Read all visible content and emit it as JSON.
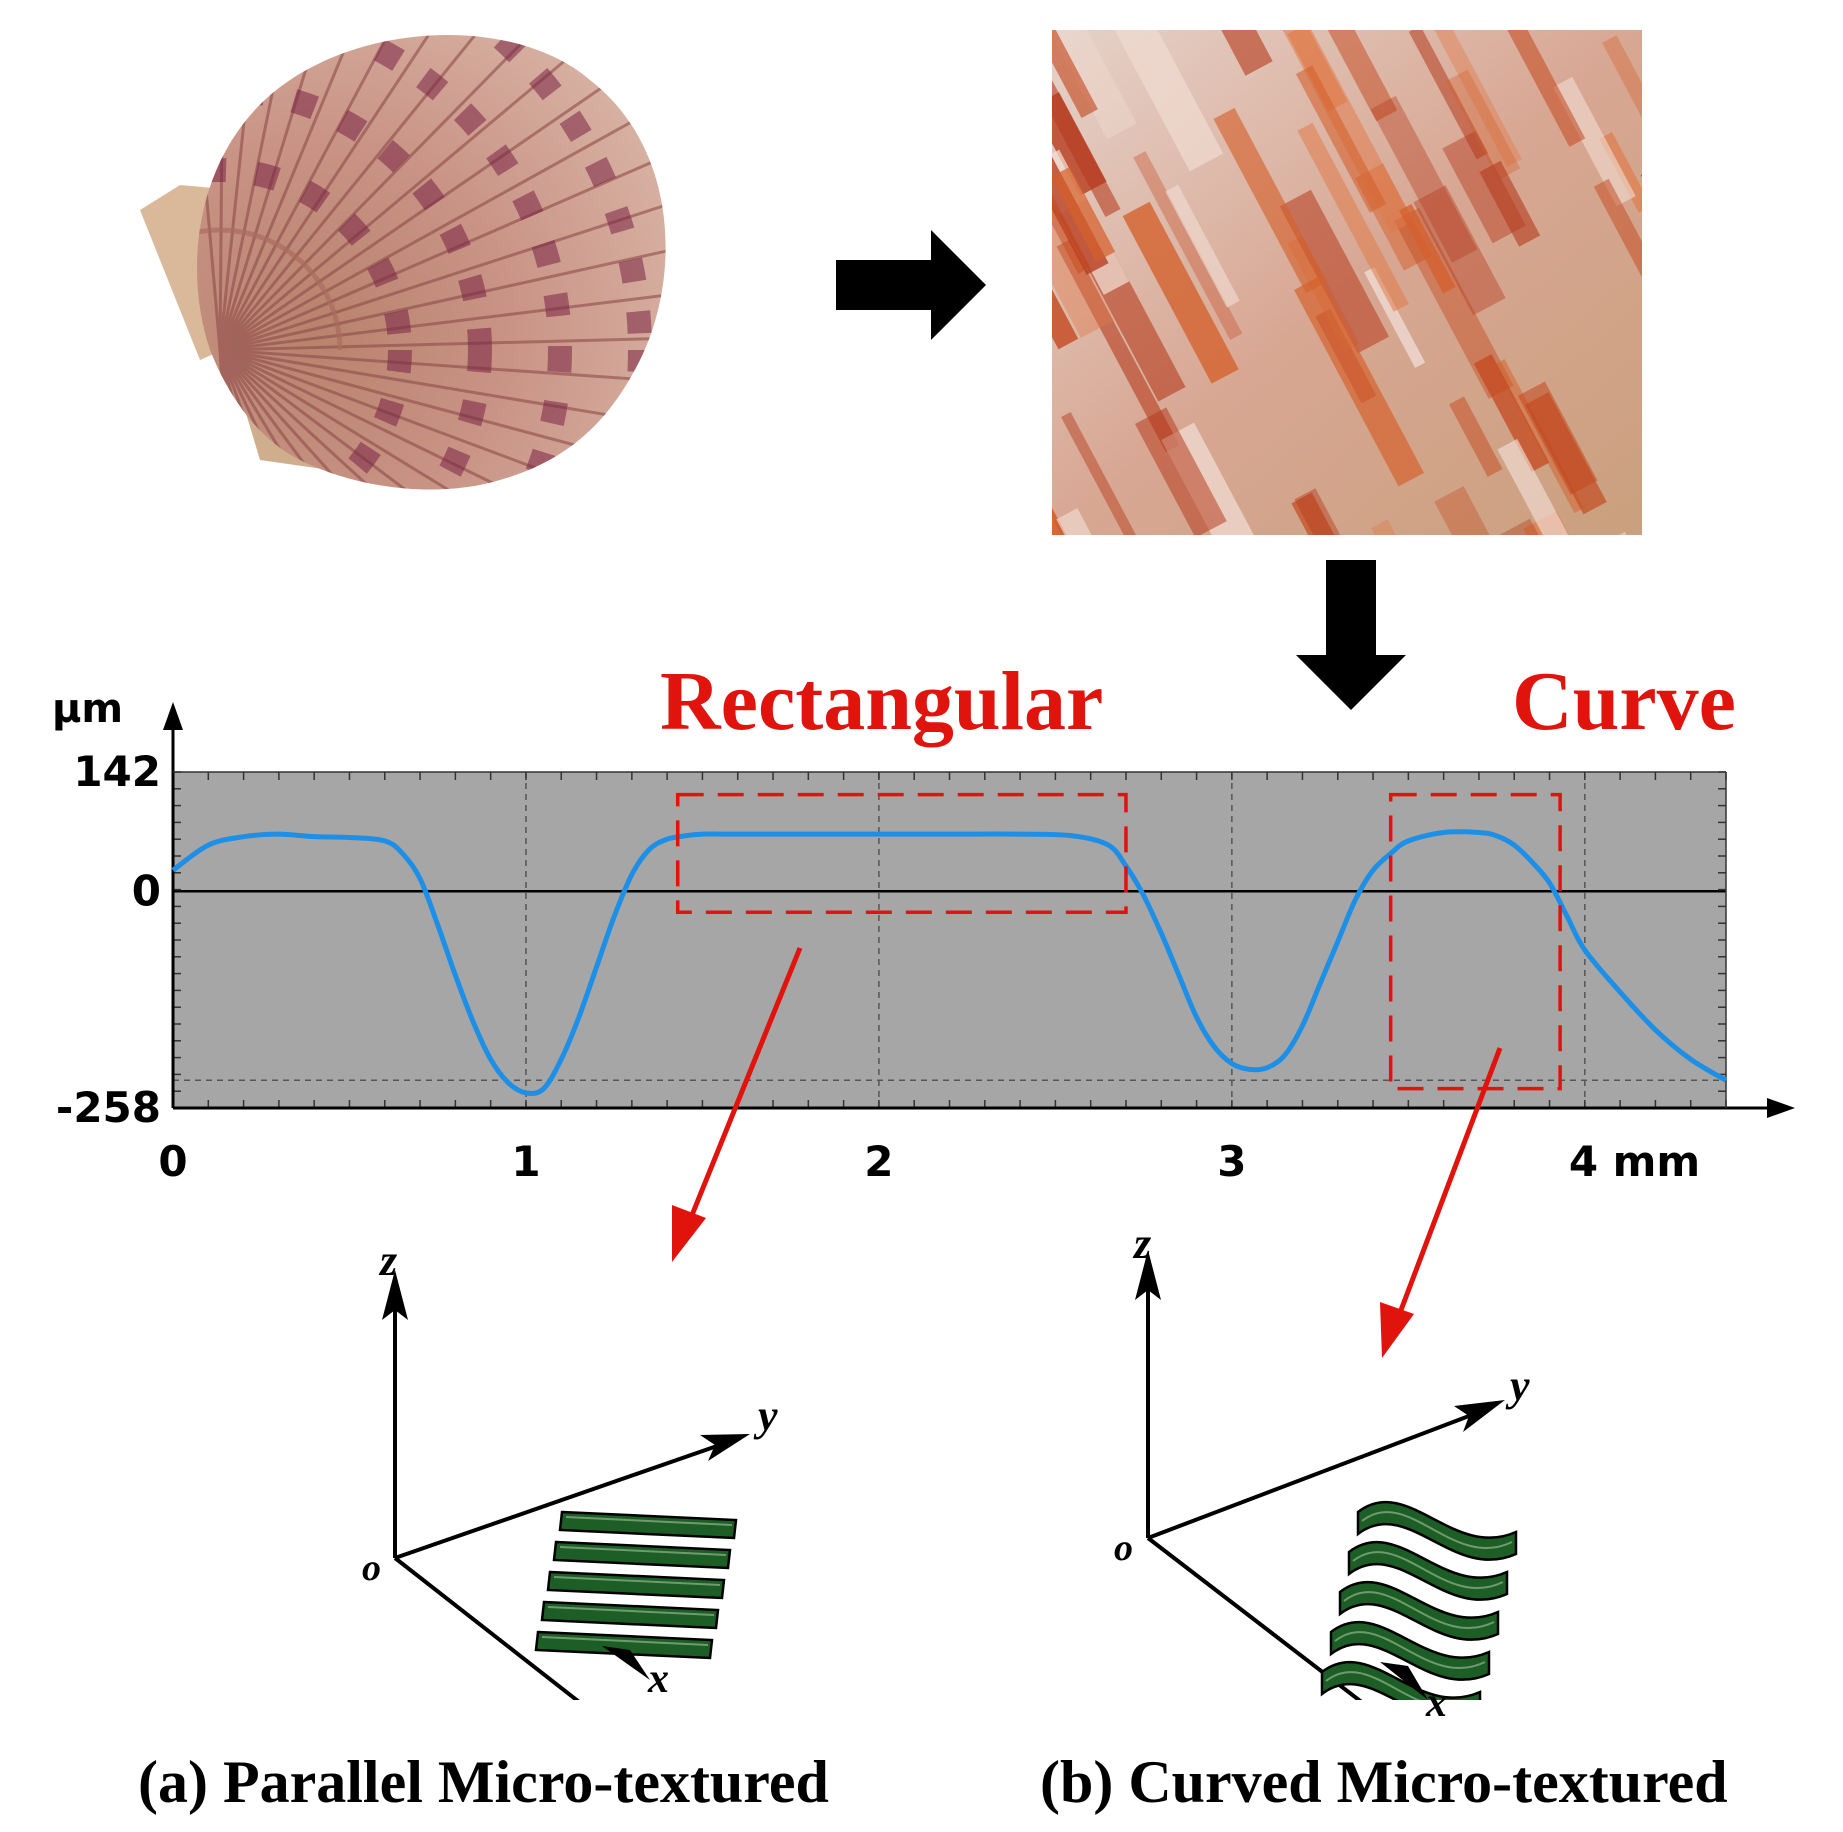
{
  "labels": {
    "rectangular": "Rectangular",
    "curve": "Curve",
    "caption_a": "(a) Parallel Micro-textured",
    "caption_b": "(b) Curved Micro-textured"
  },
  "axes3d": {
    "z": "z",
    "y": "y",
    "x": "x",
    "origin": "o"
  },
  "colors": {
    "plot_background": "#a6a6a6",
    "profile_line": "#1e8fe6",
    "highlight_red": "#e0140c",
    "texture_green": "#1c5e26"
  },
  "icons": [
    "shell-photo",
    "shell-closeup-photo",
    "arrow-right-icon",
    "arrow-down-icon"
  ],
  "chart_data": {
    "type": "line",
    "ylabel": "μm",
    "xunit": "mm",
    "xlim": [
      0,
      4.4
    ],
    "ylim": [
      -258,
      142
    ],
    "yticks": [
      142,
      0,
      -258
    ],
    "yticklabels": [
      "142",
      "0",
      "-258"
    ],
    "xticks": [
      0,
      1,
      2,
      3,
      4
    ],
    "xticklabels": [
      "0",
      "1",
      "2",
      "3",
      "4 mm"
    ],
    "grid": true,
    "series": [
      {
        "x": [
          0,
          0.1,
          0.2,
          0.3,
          0.4,
          0.5,
          0.6,
          0.65,
          0.7,
          0.75,
          0.8,
          0.85,
          0.9,
          0.95,
          1.0,
          1.05,
          1.1,
          1.15,
          1.2,
          1.25,
          1.3,
          1.35,
          1.4,
          1.45,
          1.5,
          1.6,
          1.8,
          2.0,
          2.2,
          2.4,
          2.55,
          2.65,
          2.7,
          2.75,
          2.8,
          2.85,
          2.9,
          2.95,
          3.0,
          3.05,
          3.1,
          3.15,
          3.2,
          3.25,
          3.3,
          3.35,
          3.4,
          3.45,
          3.5,
          3.6,
          3.7,
          3.75,
          3.8,
          3.85,
          3.9,
          3.95,
          4.0,
          4.1,
          4.2,
          4.3,
          4.4
        ],
        "y": [
          25,
          55,
          65,
          68,
          65,
          64,
          60,
          45,
          15,
          -40,
          -100,
          -155,
          -200,
          -228,
          -240,
          -235,
          -200,
          -150,
          -90,
          -30,
          20,
          50,
          62,
          66,
          68,
          68,
          68,
          68,
          68,
          68,
          66,
          55,
          30,
          -5,
          -50,
          -100,
          -150,
          -185,
          -205,
          -212,
          -210,
          -195,
          -160,
          -110,
          -60,
          -10,
          25,
          45,
          60,
          70,
          70,
          66,
          55,
          35,
          10,
          -30,
          -70,
          -120,
          -165,
          -200,
          -225
        ]
      }
    ],
    "annotations": [
      {
        "label": "Rectangular",
        "x_range": [
          1.43,
          2.7
        ],
        "y_range": [
          -25,
          115
        ]
      },
      {
        "label": "Curve",
        "x_range": [
          3.45,
          3.93
        ],
        "y_range": [
          -235,
          115
        ]
      }
    ]
  }
}
